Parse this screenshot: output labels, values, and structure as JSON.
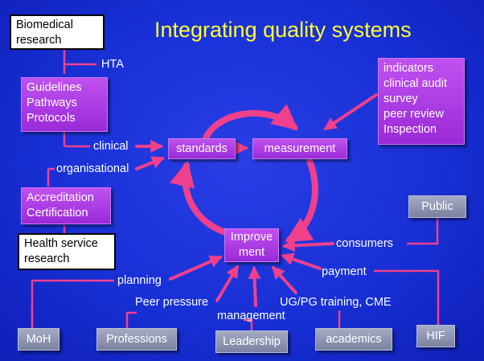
{
  "title": "Integrating quality systems",
  "boxes": {
    "biomedical": [
      "Biomedical",
      "research"
    ],
    "guidelines": [
      "Guidelines",
      "Pathways",
      "Protocols"
    ],
    "accreditation": [
      "Accreditation",
      "Certification"
    ],
    "health_service": [
      "Health service",
      "research"
    ],
    "indicators": [
      "indicators",
      "clinical audit",
      "survey",
      "peer review",
      "Inspection"
    ],
    "standards": "standards",
    "measurement": "measurement",
    "improvement": [
      "Improve",
      "ment"
    ],
    "public": "Public",
    "moh": "MoH",
    "professions": "Professions",
    "leadership": "Leadership",
    "academics": "academics",
    "hif": "HIF"
  },
  "labels": {
    "hta": "HTA",
    "clinical": "clinical",
    "organisational": "organisational",
    "consumers": "consumers",
    "payment": "payment",
    "planning": "planning",
    "peer_pressure": "Peer pressure",
    "training": "UG/PG training, CME",
    "management": "management"
  },
  "colors": {
    "background": "#1830d6",
    "title": "#ffff33",
    "connector": "#f0408c",
    "purple_box": "#a833e0",
    "grey_box": "#8a91ae"
  }
}
